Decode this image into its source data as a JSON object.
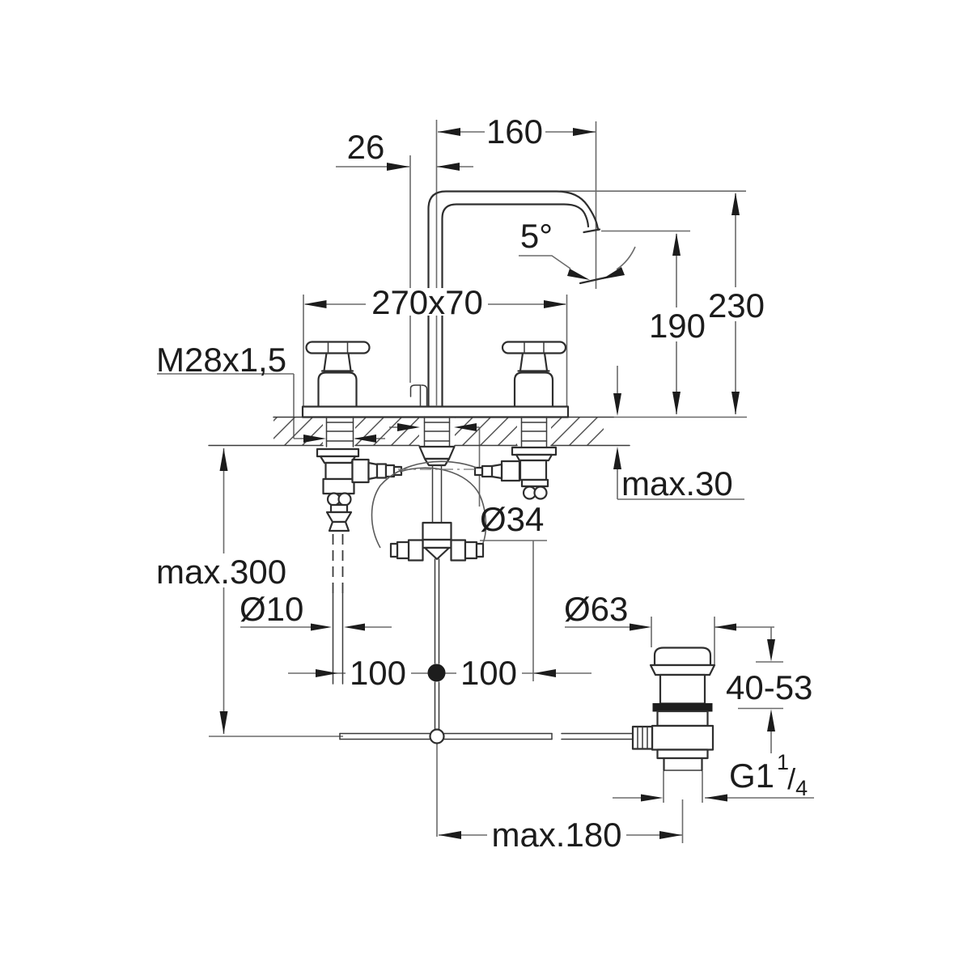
{
  "labels": {
    "spout_offset": "26",
    "spout_reach": "160",
    "spout_angle": "5°",
    "plate_size": "270x70",
    "thread_spec": "M28x1,5",
    "height_to_outlet": "190",
    "height_total": "230",
    "deck_thickness": "max.30",
    "hole_diameter": "Ø34",
    "below_deck_length": "max.300",
    "pipe_diameter": "Ø10",
    "spacing_left": "100",
    "spacing_right": "100",
    "waste_cap_diameter": "Ø63",
    "waste_clamp_range": "40-53",
    "waste_thread_base": "G1",
    "waste_thread_sup": "1",
    "waste_thread_slash": "/",
    "waste_thread_sub": "4",
    "lever_reach": "max.180"
  },
  "colors": {
    "background": "#ffffff",
    "object_line": "#2e2e2e",
    "dimension_line": "#6b6b6b",
    "text": "#1c1c1c"
  }
}
